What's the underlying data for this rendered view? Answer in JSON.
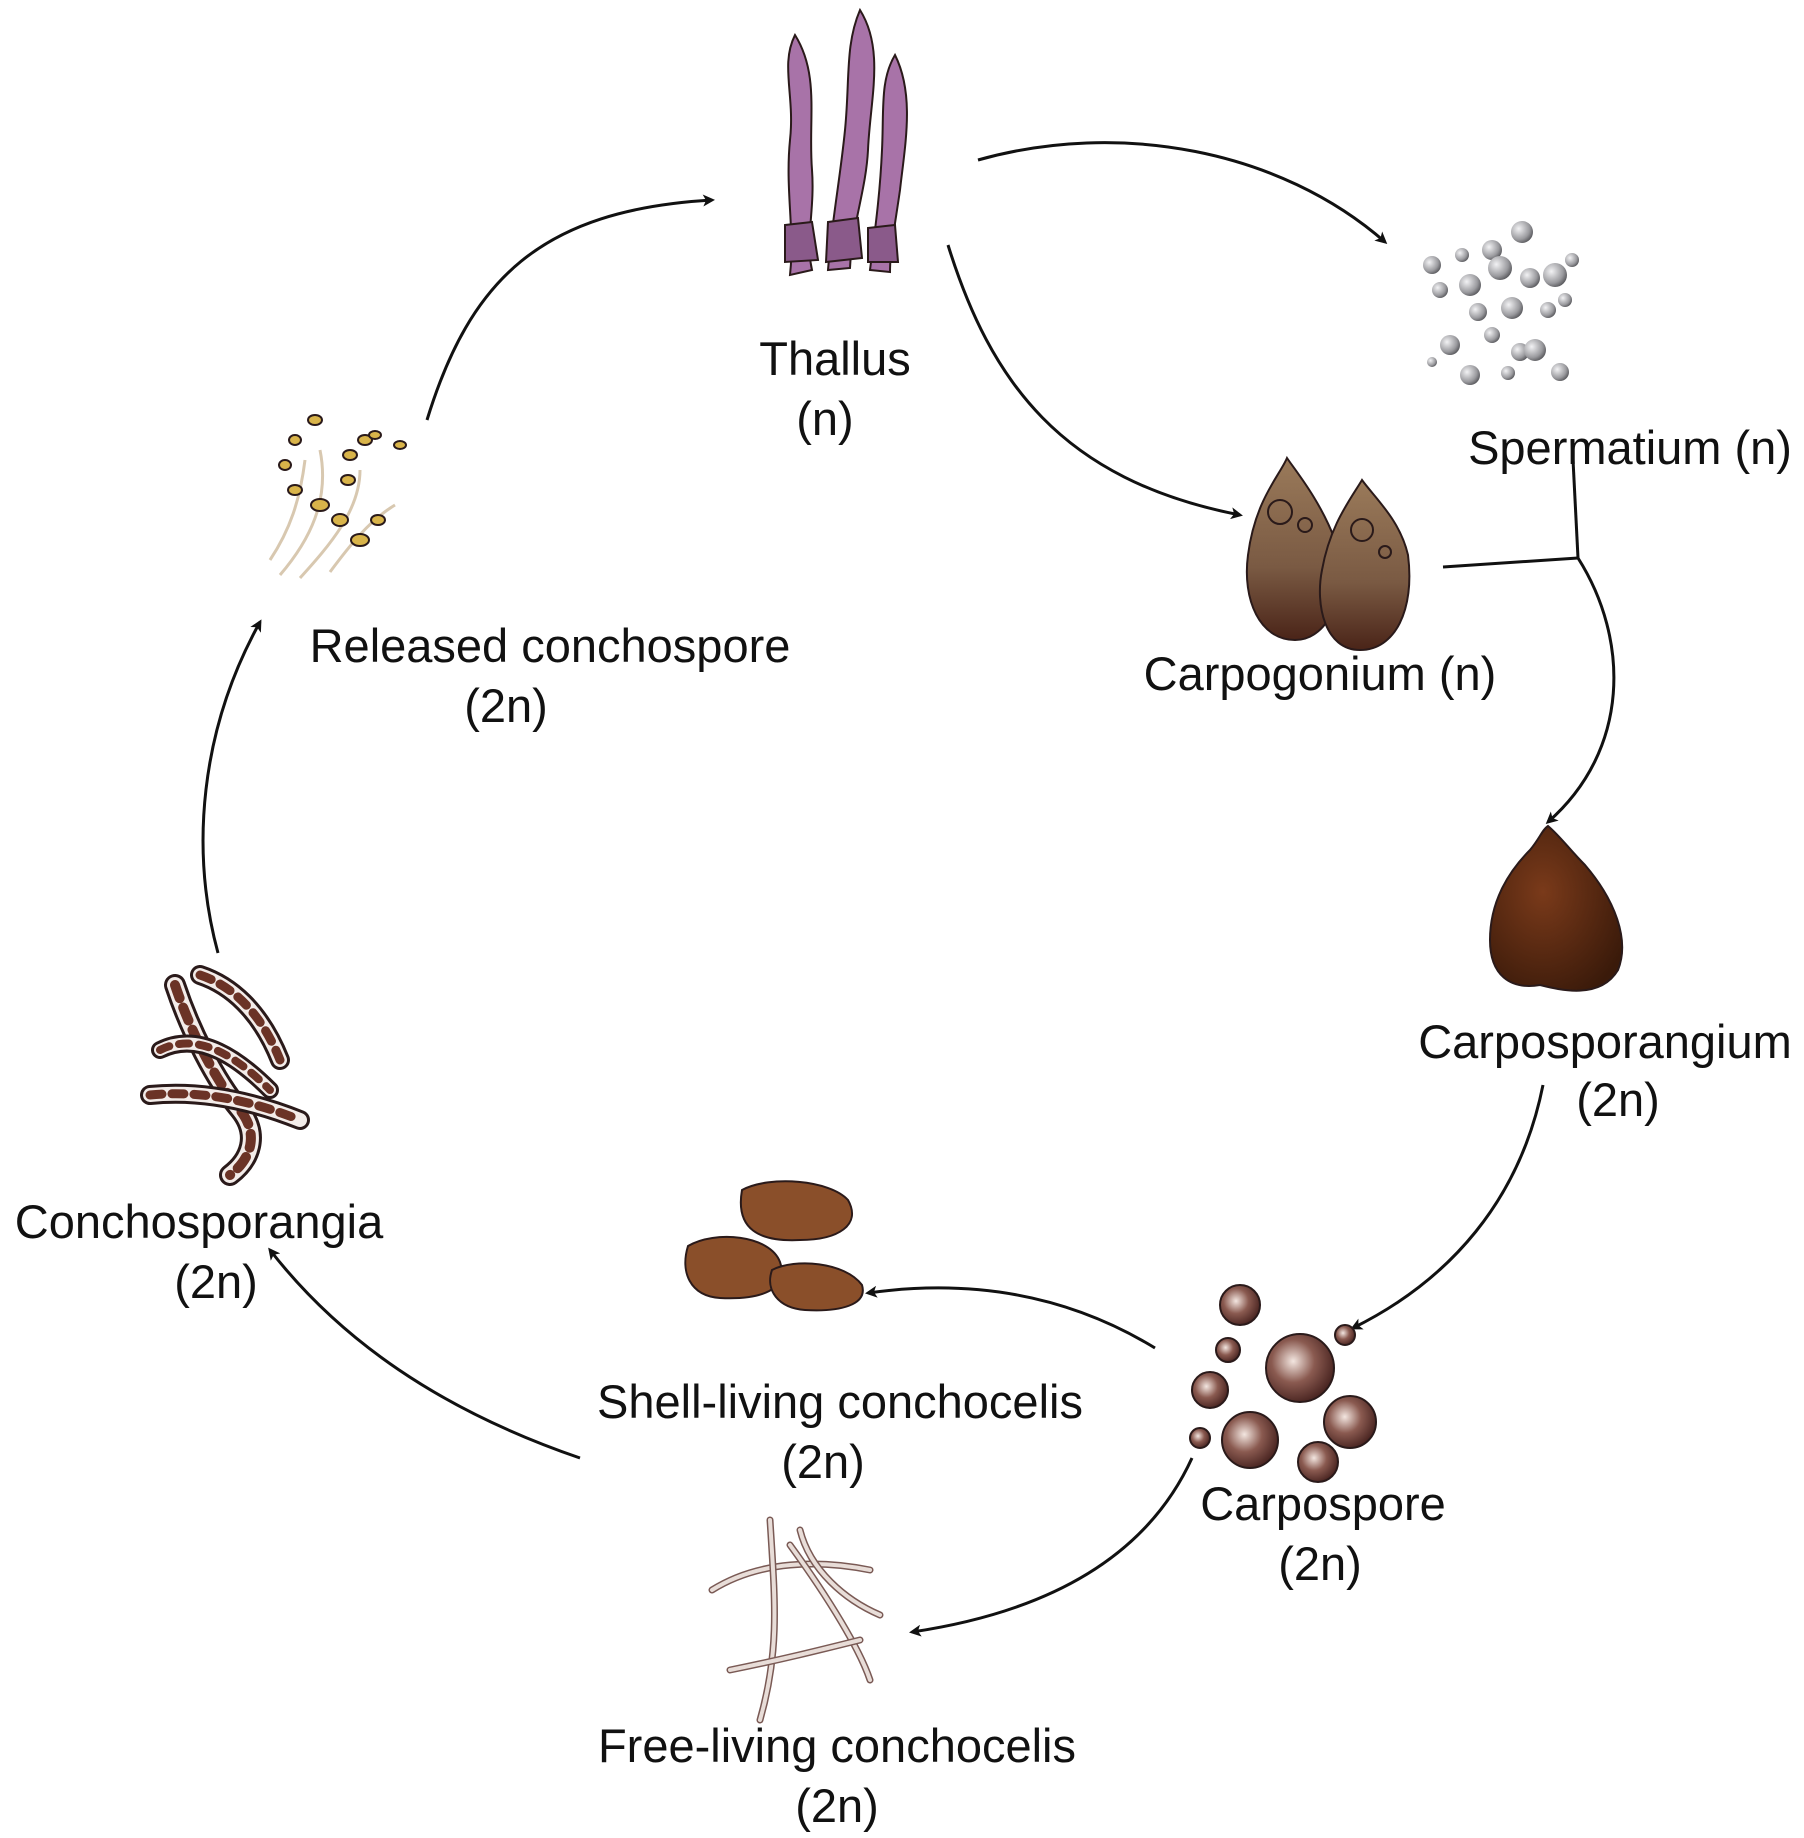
{
  "stages": {
    "thallus": {
      "name": "Thallus",
      "ploidy": "(n)"
    },
    "spermatium": {
      "name": "Spermatium (n)"
    },
    "carpogonium": {
      "name": "Carpogonium (n)"
    },
    "carposporangium": {
      "name": "Carposporangium",
      "ploidy": "(2n)"
    },
    "carpospore": {
      "name": "Carpospore",
      "ploidy": "(2n)"
    },
    "shell_living": {
      "name": "Shell-living conchocelis",
      "ploidy": "(2n)"
    },
    "free_living": {
      "name": "Free-living conchocelis",
      "ploidy": "(2n)"
    },
    "conchosporangia": {
      "name": "Conchosporangia",
      "ploidy": "(2n)"
    },
    "released_conchospore": {
      "name": "Released conchospore",
      "ploidy": "(2n)"
    }
  },
  "colors": {
    "thallus": "#a873a8",
    "spermatium": "#9a9a9e",
    "carpogonium": "#7a5a43",
    "carposporangium": "#5a2d16",
    "carpospore": "#4a2320",
    "shell_living": "#8a4f2a",
    "conchocelis_filament": "#e8ddd8",
    "conchosporangia_cell": "#6b3326",
    "conchospore": "#d9b44a"
  }
}
